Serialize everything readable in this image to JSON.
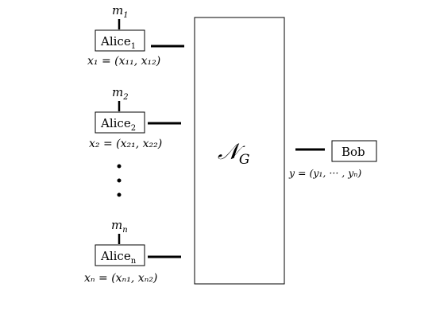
{
  "diagram": {
    "alices": [
      {
        "name": "Alice",
        "sub": "1",
        "message_var": "m",
        "message_sub": "1",
        "input_label": "x₁ = (x₁₁, x₁₂)"
      },
      {
        "name": "Alice",
        "sub": "2",
        "message_var": "m",
        "message_sub": "2",
        "input_label": "x₂ = (x₂₁, x₂₂)"
      },
      {
        "name": "Alice",
        "sub": "n",
        "message_var": "m",
        "message_sub": "n",
        "input_label": "xₙ = (xₙ₁, xₙ₂)"
      }
    ],
    "channel": {
      "symbol": "𝒩",
      "sub": "G"
    },
    "receiver": {
      "name": "Bob",
      "output_label": "y = (y₁, ··· , yₙ)"
    },
    "colors": {
      "stroke": "#000000",
      "background": "#ffffff"
    }
  }
}
